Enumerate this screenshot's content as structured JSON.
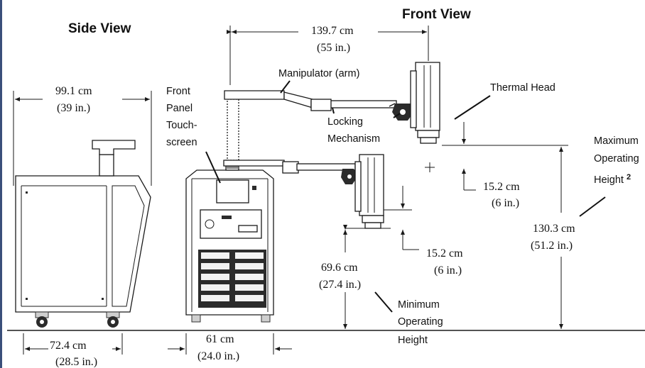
{
  "views": {
    "side": "Side View",
    "front": "Front View"
  },
  "labels": {
    "manipulator": "Manipulator (arm)",
    "thermal_head": "Thermal Head",
    "front_panel": [
      "Front",
      "Panel",
      "Touch-",
      "screen"
    ],
    "locking": [
      "Locking",
      "Mechanism"
    ],
    "max_height": [
      "Maximum",
      "Operating",
      "Height"
    ],
    "max_height_note": "2",
    "min_height": [
      "Minimum",
      "Operating",
      "Height"
    ]
  },
  "dimensions": {
    "arm_reach": {
      "metric": "139.7 cm",
      "imperial": "(55 in.)"
    },
    "side_depth": {
      "metric": "99.1 cm",
      "imperial": "(39 in.)"
    },
    "side_base": {
      "metric": "72.4 cm",
      "imperial": "(28.5 in.)"
    },
    "front_width": {
      "metric": "61 cm",
      "imperial": "(24.0 in.)"
    },
    "head_offset_upper": {
      "metric": "15.2 cm",
      "imperial": "(6 in.)"
    },
    "head_offset_lower": {
      "metric": "15.2 cm",
      "imperial": "(6 in.)"
    },
    "max_op_height": {
      "metric": "130.3 cm",
      "imperial": "(51.2 in.)"
    },
    "min_op_height": {
      "metric": "69.6 cm",
      "imperial": "(27.4 in.)"
    }
  }
}
